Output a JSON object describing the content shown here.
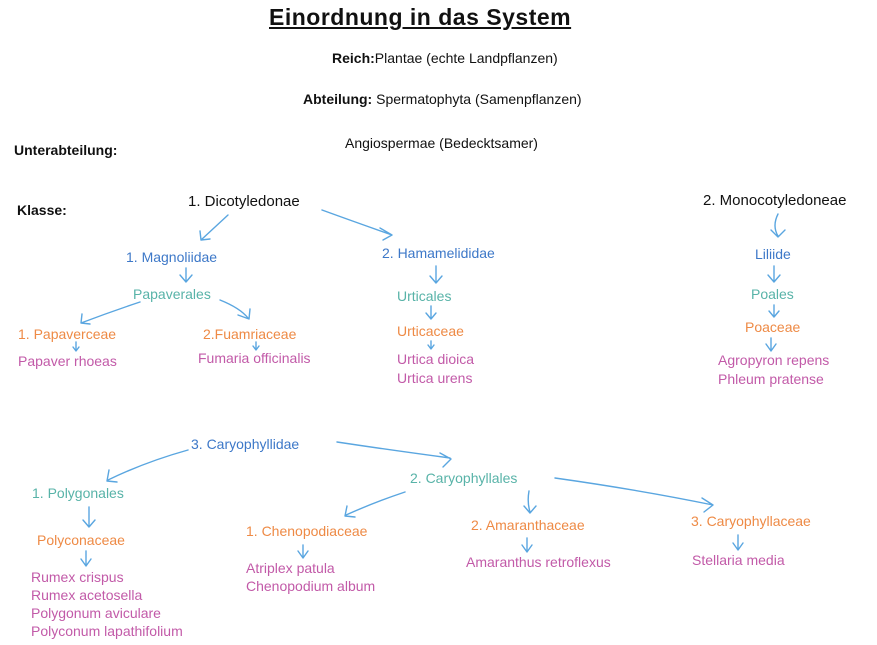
{
  "title": "Einordnung in das System",
  "reich": {
    "label": "Reich:",
    "value": "Plantae (echte Landpflanzen)"
  },
  "abteilung": {
    "label": "Abteilung:",
    "value": " Spermatophyta (Samenpflanzen)"
  },
  "unterabteilung": {
    "label": "Unterabteilung:",
    "value": "Angiospermae (Bedecktsamer)"
  },
  "klasse": {
    "label": "Klasse:"
  },
  "dicot": {
    "name": "1. Dicotyledonae",
    "magnoliidae": {
      "name": "1. Magnoliidae",
      "order": "Papaverales",
      "families": [
        {
          "name": "1. Papaverceae",
          "species": [
            "Papaver rhoeas"
          ]
        },
        {
          "name": "2.Fuamriaceae",
          "species": [
            "Fumaria officinalis"
          ]
        }
      ]
    },
    "hamamelididae": {
      "name": "2. Hamamelididae",
      "order": "Urticales",
      "family": "Urticaceae",
      "species": [
        "Urtica dioica",
        "Urtica urens"
      ]
    },
    "caryophyllidae": {
      "name": "3. Caryophyllidae",
      "polygonales": {
        "name": "1. Polygonales",
        "family": "Polyconaceae",
        "species": [
          "Rumex crispus",
          "Rumex acetosella",
          "Polygonum aviculare",
          "Polyconum lapathifolium"
        ]
      },
      "caryophyllales": {
        "name": "2. Caryophyllales",
        "families": [
          {
            "name": "1. Chenopodiaceae",
            "species": [
              "Atriplex patula",
              "Chenopodium album"
            ]
          },
          {
            "name": "2. Amaranthaceae",
            "species": [
              "Amaranthus retroflexus"
            ]
          },
          {
            "name": "3. Caryophyllaceae",
            "species": [
              "Stellaria media"
            ]
          }
        ]
      }
    }
  },
  "monocot": {
    "name": "2. Monocotyledoneae",
    "subclass": "Liliide",
    "order": "Poales",
    "family": "Poaceae",
    "species": [
      "Agropyron repens",
      "Phleum pratense"
    ]
  },
  "colors": {
    "subclass": "#3d78c8",
    "order": "#58b3a8",
    "family": "#ee8a45",
    "species": "#c25aa8",
    "arrow": "#5aa6e0"
  }
}
